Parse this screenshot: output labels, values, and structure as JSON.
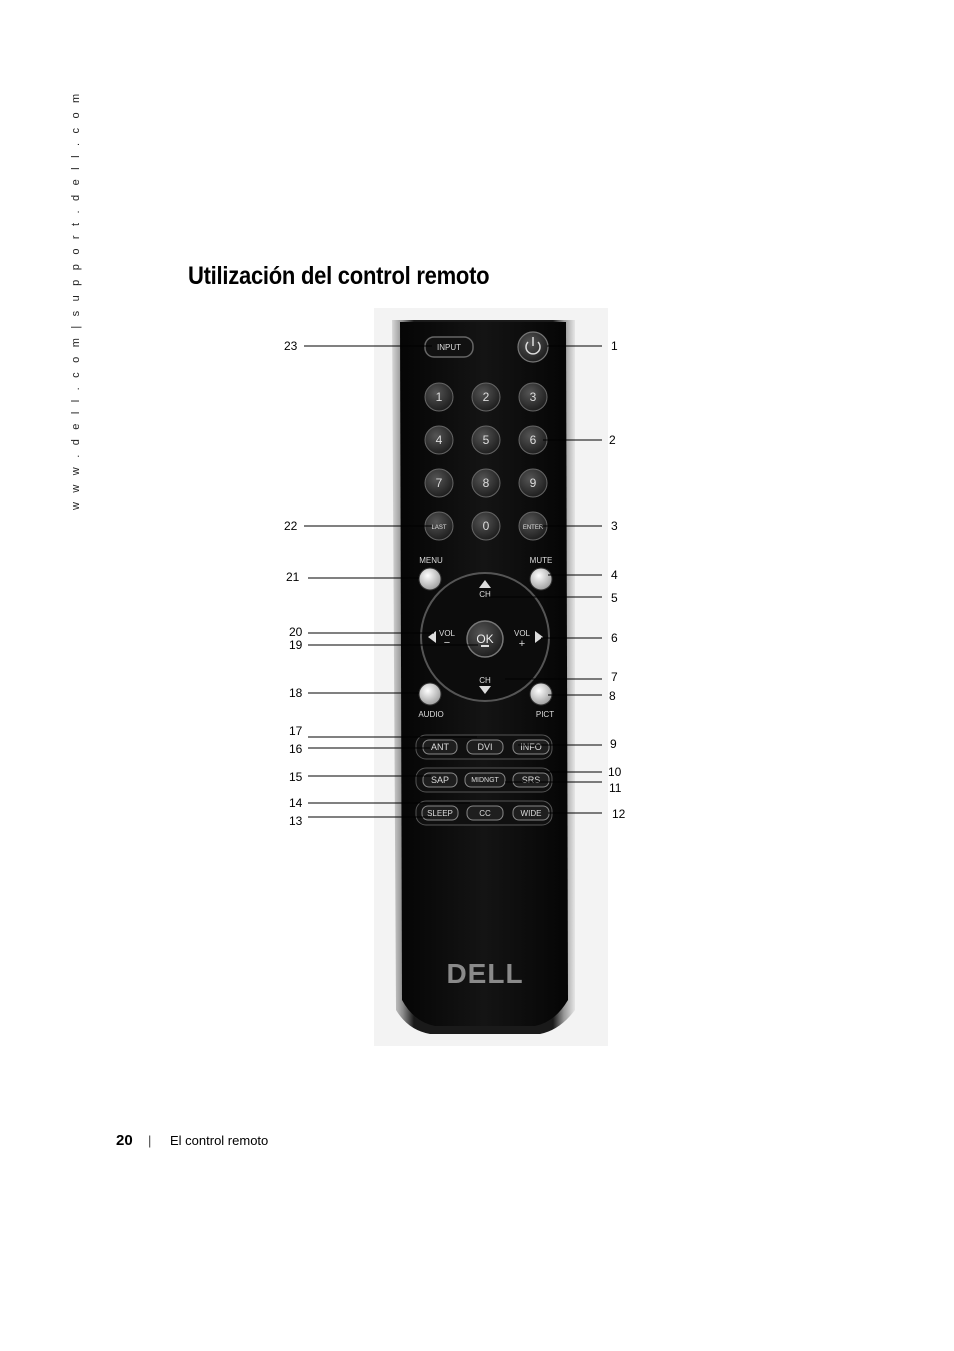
{
  "side_url": "w w w . d e l l . c o m  |  s u p p o r t . d e l l . c o m",
  "title": "Utilización del control remoto",
  "footer": {
    "page_number": "20",
    "separator": "|",
    "section": "El control remoto"
  },
  "remote": {
    "input": "INPUT",
    "digits": [
      "1",
      "2",
      "3",
      "4",
      "5",
      "6",
      "7",
      "8",
      "9"
    ],
    "last": "LAST",
    "zero": "0",
    "enter": "ENTER",
    "menu": "MENU",
    "mute": "MUTE",
    "ch": "CH",
    "vol": "VOL",
    "ok": "OK",
    "vol_minus": "−",
    "vol_plus": "+",
    "audio": "AUDIO",
    "pict": "PICT",
    "row1": [
      "ANT",
      "DVI",
      "INFO"
    ],
    "row2": [
      "SAP",
      "MIDNGT",
      "SRS"
    ],
    "row3": [
      "SLEEP",
      "CC",
      "WIDE"
    ],
    "logo": "DELL"
  },
  "callouts": {
    "c1": "1",
    "c2": "2",
    "c3": "3",
    "c4": "4",
    "c5": "5",
    "c6": "6",
    "c7": "7",
    "c8": "8",
    "c9": "9",
    "c10": "10",
    "c11": "11",
    "c12": "12",
    "c13": "13",
    "c14": "14",
    "c15": "15",
    "c16": "16",
    "c17": "17",
    "c18": "18",
    "c19": "19",
    "c20": "20",
    "c21": "21",
    "c22": "22",
    "c23": "23"
  }
}
